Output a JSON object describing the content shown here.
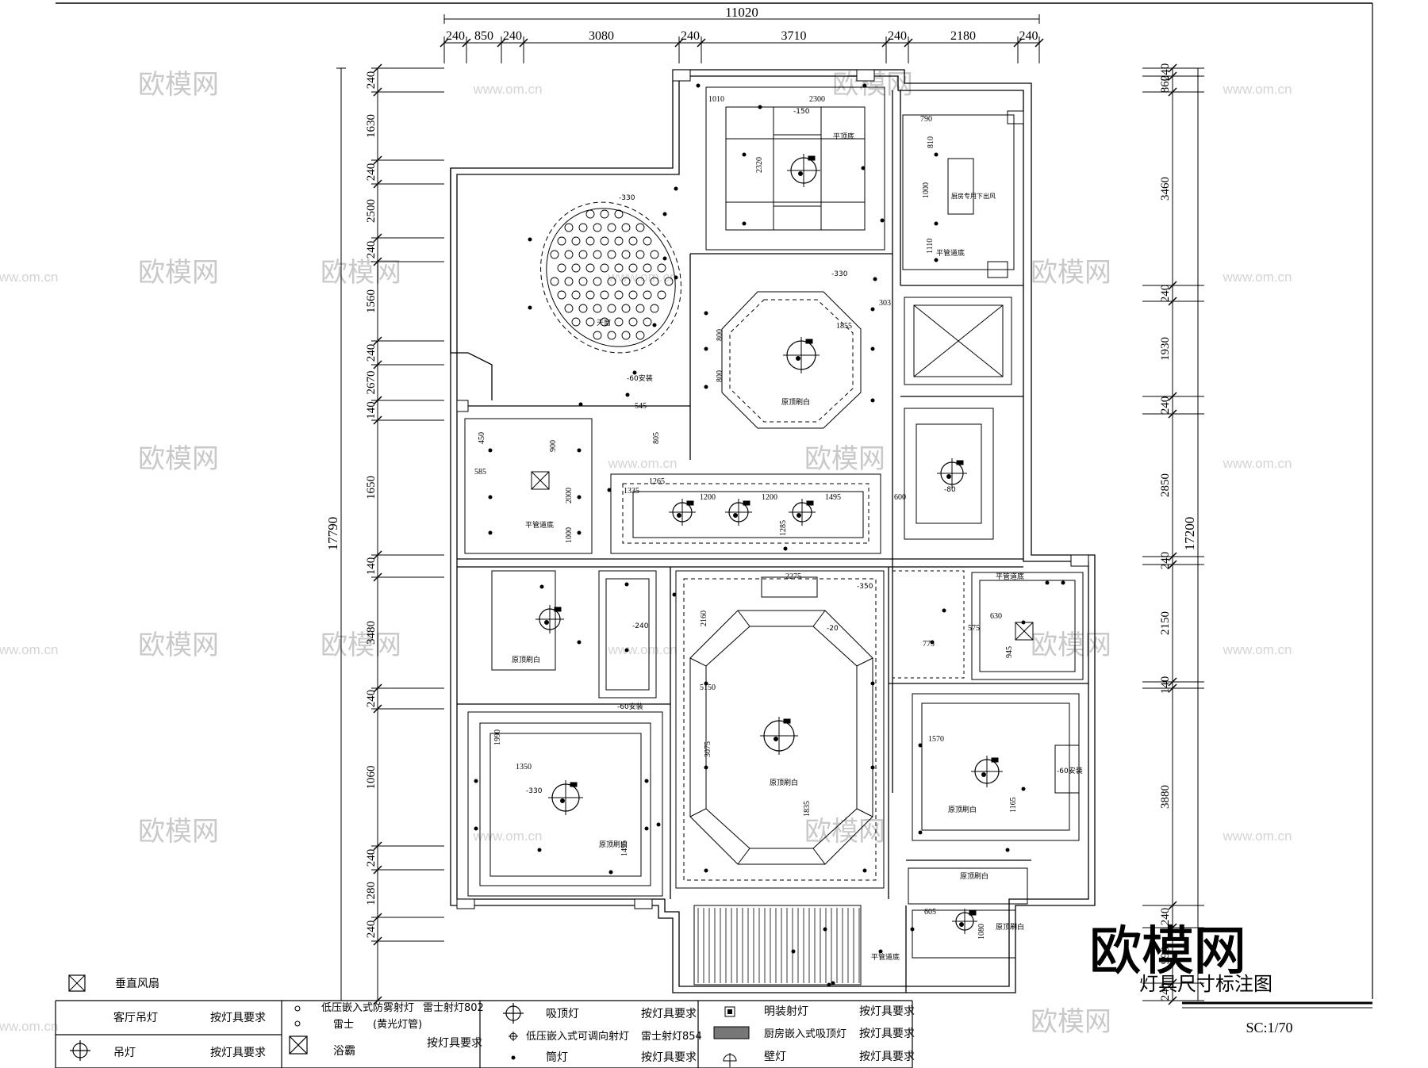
{
  "drawing": {
    "title": "灯具尺寸标注图",
    "scale": "SC:1/70",
    "brand_mark": "欧模网"
  },
  "dimensions": {
    "top_total": "11020",
    "top_segments": [
      "240",
      "850",
      "240",
      "3080",
      "240",
      "3710",
      "240",
      "2180",
      "240"
    ],
    "left_total": "17790",
    "left_segments": [
      "240",
      "1630",
      "240",
      "2500",
      "240",
      "1560",
      "240",
      "2670",
      "140",
      "1650",
      "140",
      "3480",
      "240",
      "1060",
      "240",
      "1280",
      "240"
    ],
    "right_total": "17200",
    "right_segments": [
      "240",
      "860",
      "3460",
      "240",
      "1930",
      "240",
      "2850",
      "240",
      "2150",
      "140",
      "3880",
      "240",
      "990",
      "240"
    ]
  },
  "room_labels": {
    "kitchen_fan": "厨房专用下出风",
    "flat_top": "平顶底",
    "flat_pipe": "平管道底",
    "orig_white": "原顶刷白",
    "install60": "-60安装",
    "skylight": "天窗"
  },
  "ceiling_levels": [
    "-150",
    "-330",
    "-330",
    "-80",
    "-350",
    "-20",
    "-240",
    "-330",
    "-60安装"
  ],
  "room_dims": [
    "1010",
    "2300",
    "2320",
    "790",
    "810",
    "1000",
    "1110",
    "1855",
    "303",
    "800",
    "800",
    "545",
    "805",
    "1265",
    "1200",
    "1200",
    "1495",
    "600",
    "1285",
    "1335",
    "450",
    "900",
    "585",
    "2000",
    "1000",
    "2275",
    "2160",
    "5150",
    "3075",
    "1835",
    "1350",
    "1990",
    "1495",
    "1570",
    "1165",
    "605",
    "1080",
    "630",
    "575",
    "775",
    "945"
  ],
  "legend": {
    "exhaust_fan": "垂直风扇",
    "rows": [
      {
        "icon": "pendant-icon",
        "name": "客厅吊灯",
        "note": "按灯具要求"
      },
      {
        "icon": "pendant-icon",
        "name": "吊灯",
        "note": "按灯具要求"
      },
      {
        "icon": "small-spot-icon",
        "name": "低压嵌入式防雾射灯",
        "note": "雷士射灯802"
      },
      {
        "icon": "small-spot-icon",
        "name": "雷士",
        "note": "(黄光灯管)"
      },
      {
        "icon": "bath-heater-icon",
        "name": "浴霸",
        "note": "按灯具要求"
      },
      {
        "icon": "ceiling-lamp-icon",
        "name": "吸顶灯",
        "note": "按灯具要求"
      },
      {
        "icon": "spot-icon",
        "name": "低压嵌入式可调向射灯",
        "note": "雷士射灯854"
      },
      {
        "icon": "downlight-icon",
        "name": "筒灯",
        "note": "按灯具要求"
      },
      {
        "icon": "surface-spot-icon",
        "name": "明装射灯",
        "note": "按灯具要求"
      },
      {
        "icon": "kitchen-lamp-icon",
        "name": "厨房嵌入式吸顶灯",
        "note": "按灯具要求"
      },
      {
        "icon": "wall-lamp-icon",
        "name": "壁灯",
        "note": "按灯具要求"
      }
    ]
  },
  "watermark": {
    "text": "欧模网",
    "url": "www.om.cn"
  }
}
